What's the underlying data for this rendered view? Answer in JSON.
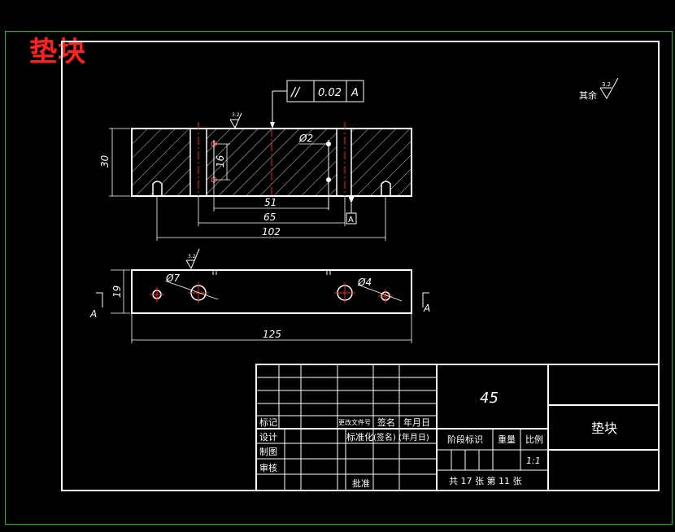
{
  "title": "垫块",
  "roughness": {
    "other_label": "其余",
    "other_value": "3.2",
    "face_value": "3.2"
  },
  "tolerance_frame": {
    "symbol": "//",
    "value": "0.02",
    "datum": "A"
  },
  "datum_label": "A",
  "front_view": {
    "dim_height": "30",
    "dim_hole_spacing": "16",
    "dim_hole_dia": "Ø2",
    "dim_51": "51",
    "dim_65": "65",
    "dim_102": "102"
  },
  "top_view": {
    "dim_height": "19",
    "dim_width": "125",
    "dim_dia7": "Ø7",
    "dim_dia4": "Ø4",
    "section_label_left": "A",
    "section_label_right": "A"
  },
  "title_block": {
    "material": "45",
    "part_name": "垫块",
    "labels": {
      "mark": "标记",
      "change_doc": "更改文件号",
      "signature": "签名",
      "date": "年月日",
      "design": "设计",
      "standardize": "标准化",
      "sign_paren": "(签名)",
      "date_paren": "(年月日)",
      "draw": "制图",
      "review": "审核",
      "approve": "批准",
      "stage_mark": "阶段标识",
      "weight": "重量",
      "scale": "比例",
      "scale_value": "1:1",
      "sheets": "共 17 张    第 11 张"
    }
  },
  "colors": {
    "background": "#000000",
    "outer_border": "#00c800",
    "line": "#ffffff",
    "center_line": "#ff2020",
    "title": "#ff2020"
  }
}
